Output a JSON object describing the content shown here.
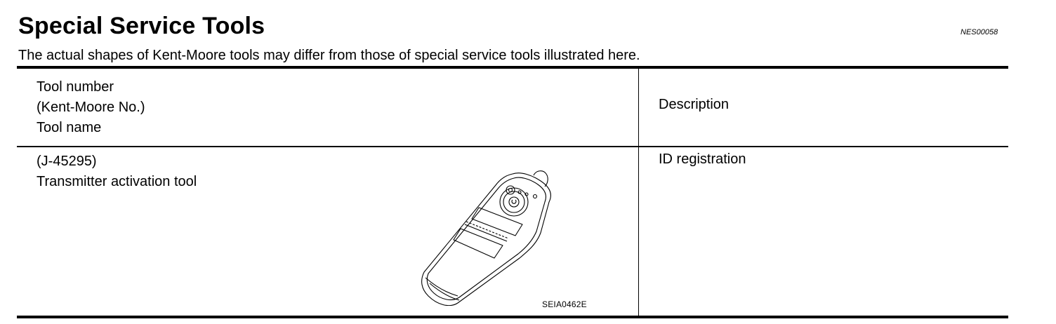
{
  "header": {
    "title": "Special Service Tools",
    "code": "NES00058",
    "subtitle": "The actual shapes of Kent-Moore tools may differ from those of special service tools illustrated here."
  },
  "table": {
    "columns": {
      "tool_lines": [
        "Tool number",
        "(Kent-Moore No.)",
        "Tool name"
      ],
      "description": "Description"
    },
    "rows": [
      {
        "tool_number": "(J-45295)",
        "tool_name": "Transmitter activation tool",
        "illustration_icon": "transmitter-activation-tool-illustration",
        "figure_code": "SEIA0462E",
        "description": "ID registration"
      }
    ]
  }
}
